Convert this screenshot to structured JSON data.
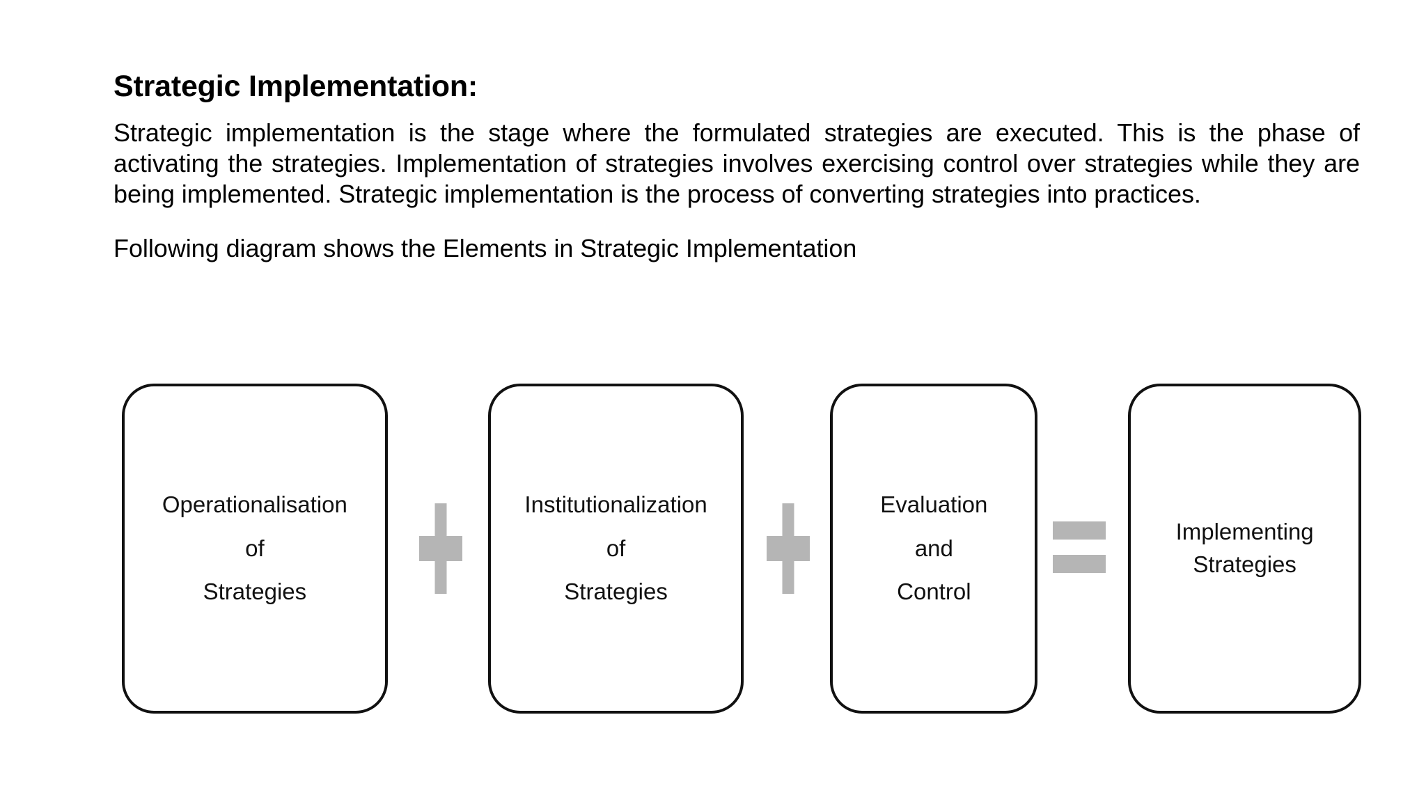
{
  "slide": {
    "title": "Strategic Implementation:",
    "paragraph": "Strategic implementation is the stage where the formulated strategies are executed. This is the phase of activating the strategies. Implementation of strategies involves exercising control over strategies while they are being implemented. Strategic implementation is the process of converting strategies into practices.",
    "lead_in": "Following diagram shows the Elements in Strategic Implementation"
  },
  "diagram": {
    "colors": {
      "box_border": "#111111",
      "box_fill": "#ffffff",
      "operator": "#b5b5b5",
      "text": "#111111"
    },
    "nodes": [
      {
        "id": "operationalisation",
        "lines": [
          "Operationalisation",
          "of",
          "Strategies"
        ]
      },
      {
        "id": "institutionalization",
        "lines": [
          "Institutionalization",
          "of",
          "Strategies"
        ]
      },
      {
        "id": "evaluation-control",
        "lines": [
          "Evaluation",
          "and",
          "Control"
        ]
      },
      {
        "id": "implementing-strategies",
        "lines": [
          "Implementing",
          "Strategies"
        ]
      }
    ],
    "operators": [
      {
        "id": "plus-1",
        "symbol": "+",
        "name": "plus-operator"
      },
      {
        "id": "plus-2",
        "symbol": "+",
        "name": "plus-operator"
      },
      {
        "id": "equals",
        "symbol": "=",
        "name": "equals-operator"
      }
    ]
  }
}
